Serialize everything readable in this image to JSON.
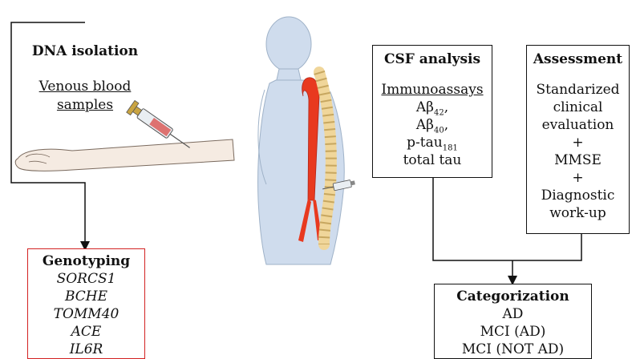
{
  "dna": {
    "title": "DNA isolation",
    "subtitle_line1": "Venous blood",
    "subtitle_line2": "samples"
  },
  "genotyping": {
    "title": "Genotyping",
    "genes": [
      "SORCS1",
      "BCHE",
      "TOMM40",
      "ACE",
      "IL6R"
    ]
  },
  "csf": {
    "title": "CSF analysis",
    "subtitle": "Immunoassays",
    "abeta42_base": "Aβ",
    "abeta42_sub": "42",
    "abeta42_suffix": ",",
    "abeta40_base": "Aβ",
    "abeta40_sub": "40",
    "abeta40_suffix": ",",
    "ptau_base": "p-tau",
    "ptau_sub": "181",
    "total_tau": "total tau"
  },
  "assessment": {
    "title": "Assessment",
    "lines": [
      "Standarized",
      "clinical",
      "evaluation",
      "+",
      "MMSE",
      "+",
      "Diagnostic",
      "work-up"
    ]
  },
  "categorization": {
    "title": "Categorization",
    "items": [
      "AD",
      "MCI (AD)",
      "MCI (NOT AD)"
    ]
  },
  "colors": {
    "box_border": "#111111",
    "genotyping_border": "#d32222",
    "skin": "#f5ebe2",
    "body": "#cfdced",
    "aorta": "#e8391f",
    "spine": "#f0d69a"
  }
}
